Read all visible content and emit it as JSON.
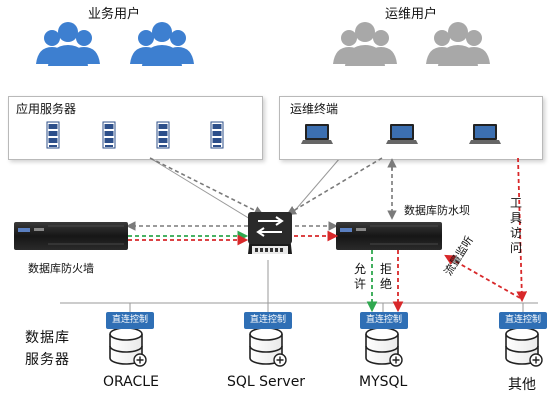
{
  "groups": {
    "business_users": "业务用户",
    "ops_users": "运维用户",
    "app_servers": "应用服务器",
    "ops_terminals": "运维终端"
  },
  "devices": {
    "db_firewall": "数据库防火墙",
    "db_dam": "数据库防水坝"
  },
  "edge_labels": {
    "allow": "允许",
    "reject": "拒绝",
    "tool_access": "工具访问",
    "traffic_sniff": "流量监听"
  },
  "db_section_label": "数据库服务器",
  "databases": [
    {
      "name": "ORACLE",
      "badge": "直连控制"
    },
    {
      "name": "SQL Server",
      "badge": "直连控制"
    },
    {
      "name": "MYSQL",
      "badge": "直连控制"
    },
    {
      "name": "其他",
      "badge": "直连控制"
    }
  ],
  "colors": {
    "business_blue": "#3d7fd0",
    "ops_gray": "#a8a8a8",
    "allow_green": "#2fa84f",
    "reject_red": "#d8282a",
    "control_gray": "#7a7a7a",
    "badge_blue": "#2f6fb5"
  }
}
